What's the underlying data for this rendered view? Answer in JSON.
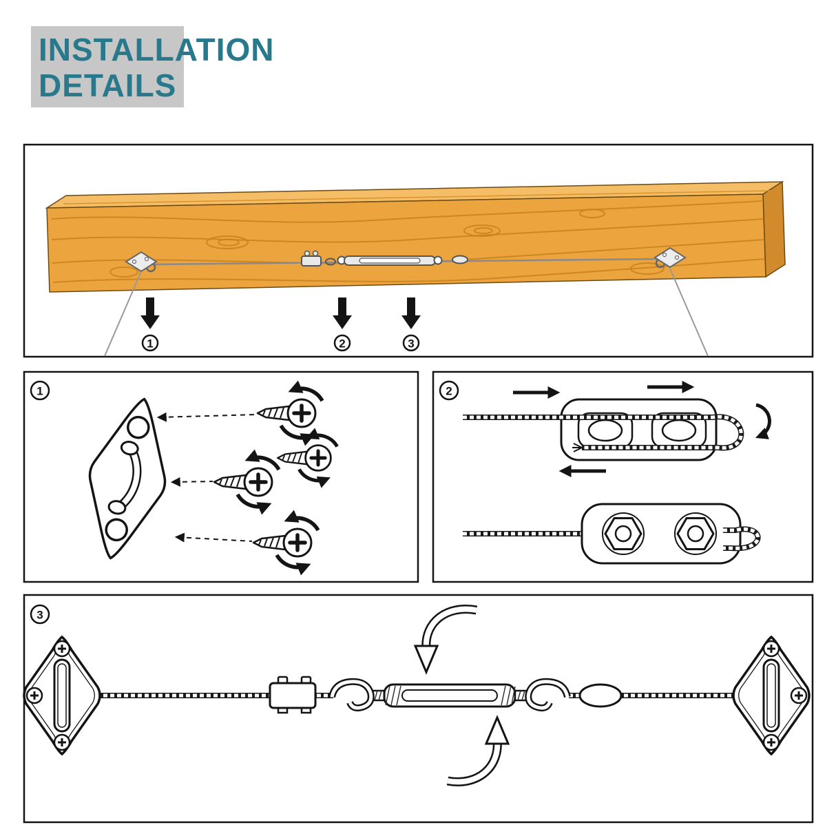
{
  "title": {
    "line1": "INSTALLATION",
    "line2": "DETAILS"
  },
  "colors": {
    "title_bg": "#c7c7c7",
    "title_text": "#27798b",
    "outline": "#141414",
    "wood_front": "#eca43e",
    "wood_top": "#f4bd66",
    "wood_side": "#d18a2c",
    "wood_grain": "#c9811f",
    "metal": "#e9e9e9"
  },
  "overview": {
    "callouts": [
      {
        "label": "1"
      },
      {
        "label": "2"
      },
      {
        "label": "3"
      }
    ]
  },
  "steps": [
    {
      "label": "1"
    },
    {
      "label": "2"
    },
    {
      "label": "3"
    }
  ],
  "icons": {
    "down-arrow": "solid black downward arrow",
    "rotation-arrow": "curved arc arrow indicating screwing direction",
    "direction-arrow": "straight arrow showing rope feed direction",
    "leader-dashed-arrow": "dashed leader line pointing to mounting hole",
    "turn-arrow": "large outlined curved arrow indicating turnbuckle rotation",
    "circled-step-number": "number inside circle"
  }
}
